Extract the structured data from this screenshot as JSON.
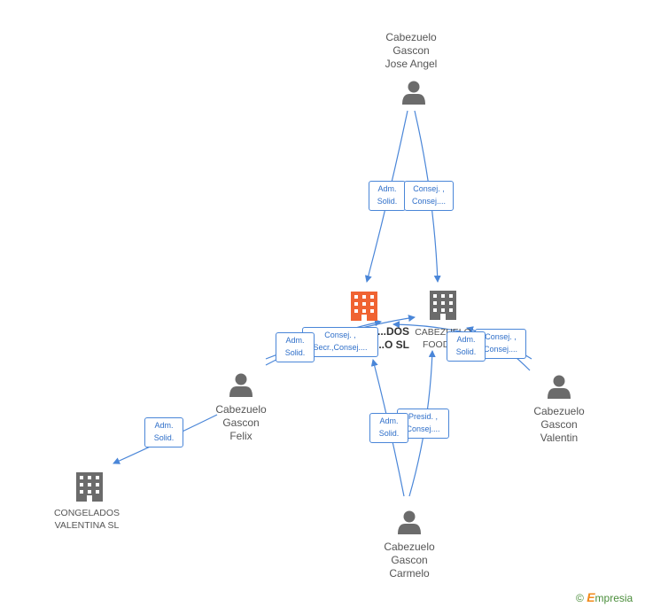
{
  "nodes": {
    "jose_angel": {
      "label": "Cabezuelo\nGascon\nJose Angel",
      "type": "person"
    },
    "valentin": {
      "label": "Cabezuelo\nGascon\nValentin",
      "type": "person"
    },
    "felix": {
      "label": "Cabezuelo\nGascon\nFelix",
      "type": "person"
    },
    "carmelo": {
      "label": "Cabezuelo\nGascon\nCarmelo",
      "type": "person"
    },
    "focus_company": {
      "label": "...DOS\n...O SL",
      "type": "company",
      "highlight": true
    },
    "cabezuelo_foods": {
      "label": "CABEZUELO\nFOODS...",
      "type": "company"
    },
    "congelados_valentina": {
      "label": "CONGELADOS\nVALENTINA SL",
      "type": "company"
    }
  },
  "edge_labels": {
    "jose_left": "Adm.\nSolid.",
    "jose_right": "Consej. ,\nConsej....",
    "felix_upper_a": "Adm.\nSolid.",
    "felix_upper_b": "Consej. ,\nSecr.,Consej....",
    "valentin_a": "Adm.\nSolid.",
    "valentin_b": "Consej. ,\nConsej....",
    "felix_lower": "Adm.\nSolid.",
    "carmelo_a": "Adm.\nSolid.",
    "carmelo_b": "Presid. ,\nConsej...."
  },
  "colors": {
    "edge": "#4a86d8",
    "person_icon": "#6b6b6b",
    "company_icon": "#6b6b6b",
    "focus_icon": "#f06332"
  },
  "brand": {
    "copyright": "©",
    "name": "mpresia",
    "initial": "E"
  }
}
